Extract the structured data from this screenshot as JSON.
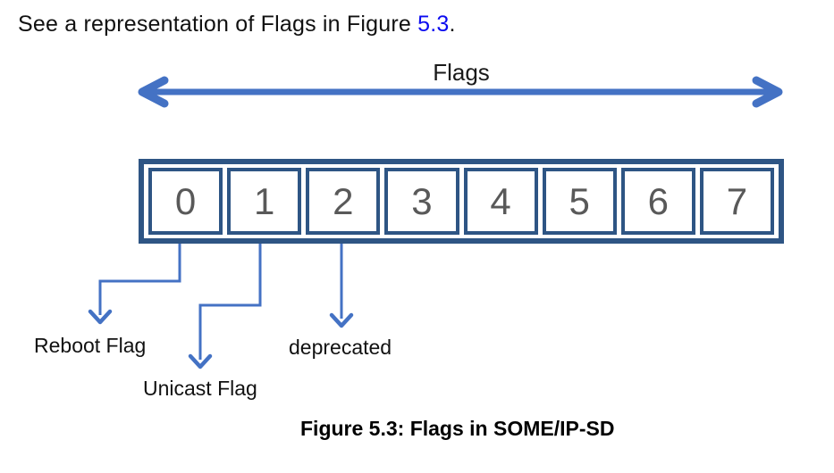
{
  "intro": {
    "prefix": "See a representation of Flags in Figure ",
    "link": "5.3",
    "suffix": "."
  },
  "figure": {
    "span_label": "Flags",
    "bits": [
      "0",
      "1",
      "2",
      "3",
      "4",
      "5",
      "6",
      "7"
    ],
    "annotations": [
      {
        "bit": "0",
        "label": "Reboot Flag"
      },
      {
        "bit": "1",
        "label": "Unicast Flag"
      },
      {
        "bit": "2",
        "label": "deprecated"
      }
    ],
    "caption": "Figure 5.3: Flags in SOME/IP-SD"
  },
  "colors": {
    "arrow_blue": "#4472C4",
    "box_border_blue": "#2E5584",
    "bit_number_gray": "#595959",
    "link_blue": "#0B0BF0",
    "text_black": "#111111"
  }
}
